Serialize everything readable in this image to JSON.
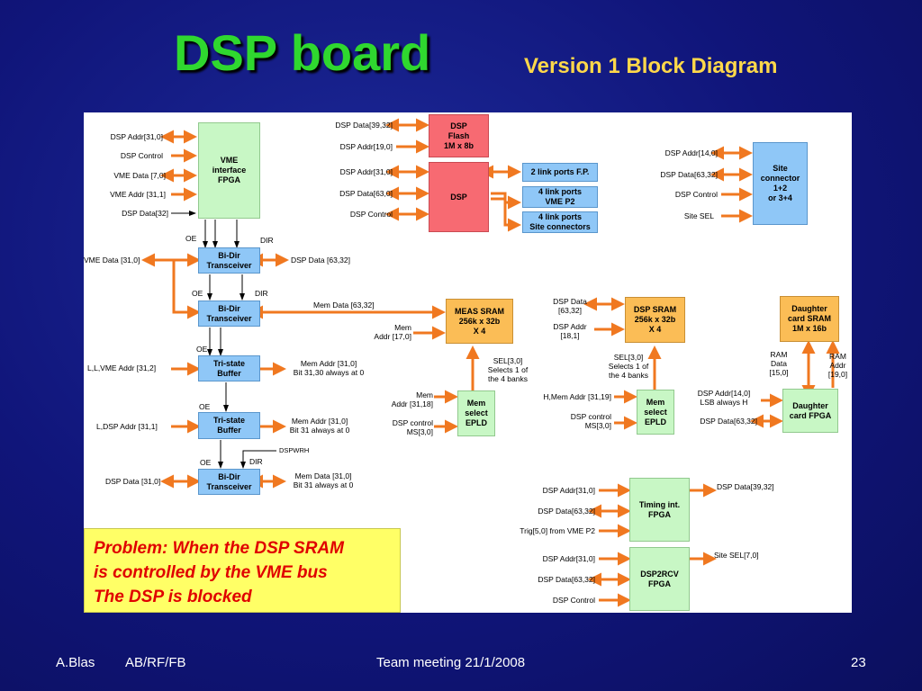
{
  "title": "DSP board",
  "subtitle": "Version 1 Block Diagram",
  "blocks": {
    "vme_fpga": "VME\ninterface\nFPGA",
    "dsp_flash": "DSP\nFlash\n1M x 8b",
    "dsp": "DSP",
    "link_fp": "2 link ports F.P.",
    "link_p2": "4 link ports\nVME P2",
    "link_site": "4 link ports\nSite connectors",
    "site_conn": "Site\nconnector\n1+2\nor 3+4",
    "bidir1": "Bi-Dir\nTransceiver",
    "bidir2": "Bi-Dir\nTransceiver",
    "tristate1": "Tri-state\nBuffer",
    "tristate2": "Tri-state\nBuffer",
    "bidir3": "Bi-Dir\nTransceiver",
    "meas_sram": "MEAS SRAM\n256k x 32b\nX 4",
    "dsp_sram": "DSP SRAM\n256k x 32b\nX 4",
    "daughter_sram": "Daughter\ncard SRAM\n1M x 16b",
    "mem_epld1": "Mem\nselect\nEPLD",
    "mem_epld2": "Mem\nselect\nEPLD",
    "daughter_fpga": "Daughter\ncard FPGA",
    "timing_fpga": "Timing int.\nFPGA",
    "dsp2rcv": "DSP2RCV\nFPGA"
  },
  "labels": {
    "vme_addr_in": "DSP Addr[31,0]",
    "vme_dsp_ctrl": "DSP Control",
    "vme_data70": "VME Data [7,0]",
    "vme_addr31": "VME Addr [31,1]",
    "vme_dsp_data32": "DSP Data[32]",
    "flash_data": "DSP Data[39,32]",
    "flash_addr": "DSP Addr[19,0]",
    "dsp_addr": "DSP Addr[31,0]",
    "dsp_data": "DSP Data[63,0]",
    "dsp_ctrl": "DSP Control",
    "site_addr": "DSP Addr[14,0]",
    "site_data": "DSP Data[63,32]",
    "site_ctrl": "DSP Control",
    "site_sel": "Site SEL",
    "oe1": "OE",
    "dir1": "DIR",
    "vme_data310": "VME Data [31,0]",
    "bd1_out": "DSP Data [63,32]",
    "oe2": "OE",
    "dir2": "DIR",
    "mem_data": "Mem Data [63,32]",
    "oe3": "OE",
    "ll_vme": "L,L,VME Addr [31,2]",
    "ts1_out": "Mem Addr [31,0]\nBit 31,30 always at 0",
    "oe4": "OE",
    "l_dsp": "L,DSP Addr [31,1]",
    "ts2_out": "Mem Addr [31,0]\nBit 31 always at 0",
    "dspwrh": "DSPWRH",
    "oe5": "OE",
    "dir5": "DIR",
    "dsp_data310": "DSP Data [31,0]",
    "bd3_out": "Mem Data [31,0]\nBit 31 always at 0",
    "meas_addr": "Mem\nAddr [17,0]",
    "sel1": "SEL[3,0]\nSelects 1 of\nthe 4 banks",
    "epld1_addr": "Mem\nAddr [31,18]",
    "epld1_ctrl": "DSP control\nMS[3,0]",
    "dsram_data": "DSP Data\n[63,32]",
    "dsram_addr": "DSP Addr\n[18,1]",
    "sel2": "SEL[3,0]\nSelects 1 of\nthe 4 banks",
    "epld2_addr": "H,Mem Addr [31,19]",
    "epld2_ctrl": "DSP control\nMS[3,0]",
    "ram_data": "RAM\nData\n[15,0]",
    "ram_addr": "RAM\nAddr\n[19,0]",
    "dfpga_addr": "DSP Addr[14,0]\nLSB always H",
    "dfpga_data": "DSP Data[63,32]",
    "tim_addr": "DSP Addr[31,0]",
    "tim_data": "DSP Data[63,32]",
    "tim_trig": "Trig[5,0] from VME P2",
    "tim_out": "DSP Data[39,32]",
    "rcv_addr": "DSP Addr[31,0]",
    "rcv_data": "DSP Data[63,32]",
    "rcv_ctrl": "DSP Control",
    "rcv_out": "Site SEL[7,0]"
  },
  "problem": {
    "line1": "Problem: When the DSP SRAM",
    "line2": "is controlled by the VME bus",
    "line3": "The DSP is blocked"
  },
  "footer": {
    "author": "A.Blas",
    "group": "AB/RF/FB",
    "meeting": "Team meeting 21/1/2008",
    "page": "23"
  },
  "colors": {
    "background": "#10157a",
    "title": "#2fd82f",
    "subtitle": "#ffd84a",
    "arrow": "#f07820",
    "problem_bg": "#ffff66",
    "problem_text": "#e00000"
  }
}
